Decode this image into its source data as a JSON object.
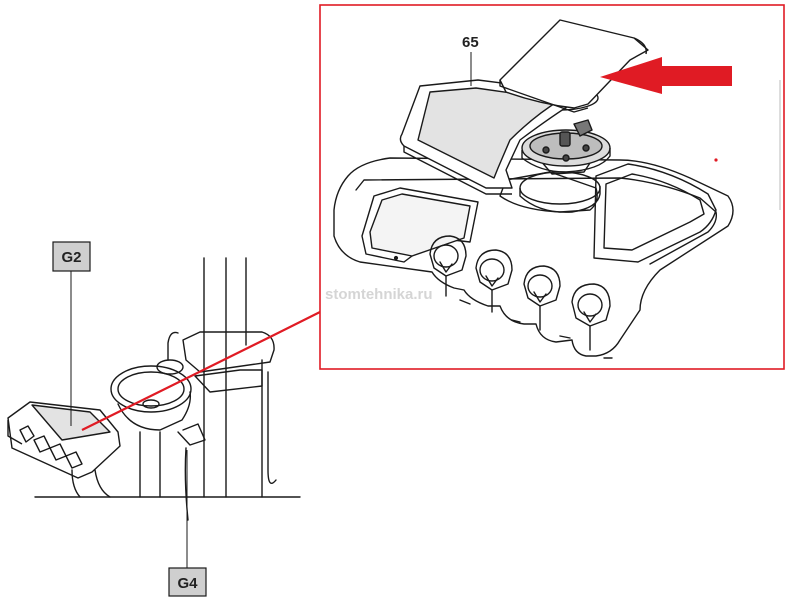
{
  "callouts": {
    "g2": "G2",
    "g4": "G4",
    "part_65": "65"
  },
  "watermark": "stomtehnika.ru",
  "colors": {
    "accent": "#e01b24",
    "line": "#1a1a1a",
    "callout_box": "#cfcfcf",
    "screen_fill": "#e3e3e3"
  },
  "icons": {
    "arrow": "red-arrow-icon"
  }
}
